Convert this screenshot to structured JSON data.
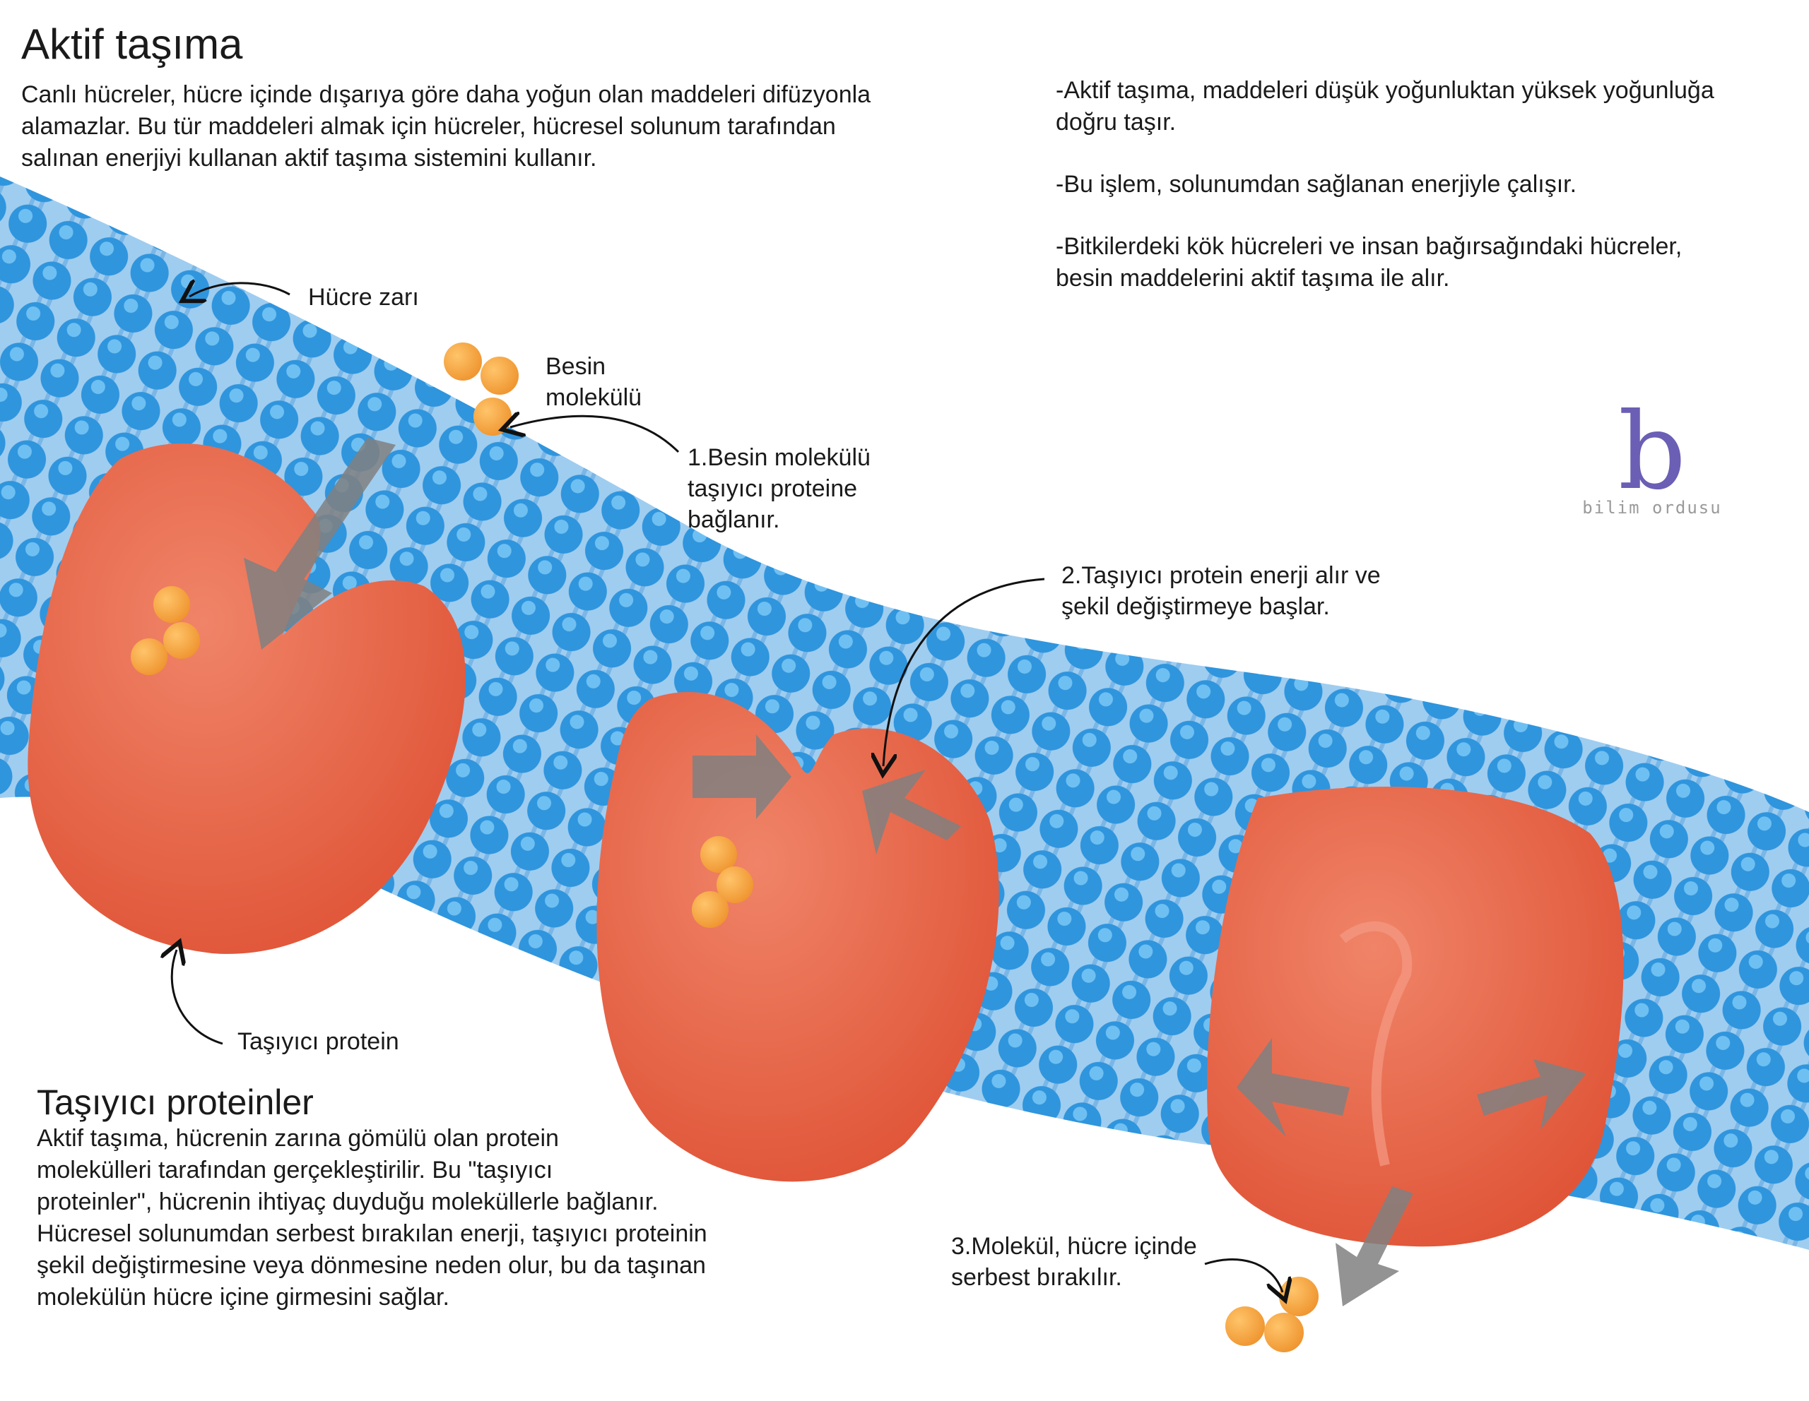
{
  "title": "Aktif taşıma",
  "intro": [
    "Canlı hücreler, hücre içinde dışarıya göre daha yoğun olan maddeleri difüzyonla",
    "alamazlar. Bu tür maddeleri almak için hücreler, hücresel solunum tarafından",
    "salınan enerjiyi kullanan aktif taşıma sistemini kullanır."
  ],
  "facts": [
    [
      "-Aktif taşıma, maddeleri düşük yoğunluktan yüksek yoğunluğa",
      "doğru taşır."
    ],
    [
      "-Bu işlem, solunumdan sağlanan enerjiyle çalışır."
    ],
    [
      "-Bitkilerdeki kök hücreleri ve insan bağırsağındaki hücreler,",
      "besin maddelerini aktif taşıma ile alır."
    ]
  ],
  "labels": {
    "membrane": "Hücre zarı",
    "nutrient": [
      "Besin",
      "molekülü"
    ],
    "step1": [
      "1.Besin molekülü",
      "taşıyıcı proteine",
      "bağlanır."
    ],
    "step2": [
      "2.Taşıyıcı protein enerji alır ve",
      "şekil değiştirmeye başlar."
    ],
    "step3": [
      "3.Molekül, hücre içinde",
      "serbest bırakılır."
    ],
    "carrier": "Taşıyıcı protein"
  },
  "carriers": {
    "heading": "Taşıyıcı proteinler",
    "lines": [
      "Aktif taşıma, hücrenin zarına gömülü olan protein",
      "molekülleri tarafından gerçekleştirilir. Bu \"taşıyıcı",
      "proteinler\", hücrenin ihtiyaç duyduğu moleküllerle bağlanır.",
      "Hücresel solunumdan serbest bırakılan enerji, taşıyıcı proteinin",
      "şekil değiştirmesine veya dönmesine neden olur, bu da taşınan",
      "molekülün hücre içine girmesini sağlar."
    ]
  },
  "logo": {
    "letter": "b",
    "text": "bilim ordusu"
  },
  "colors": {
    "membrane": "#3a9be0",
    "protein": "#e8634a",
    "molecule": "#f0a040",
    "arrow": "#7a7a7a",
    "logo": "#6a5fb4"
  }
}
